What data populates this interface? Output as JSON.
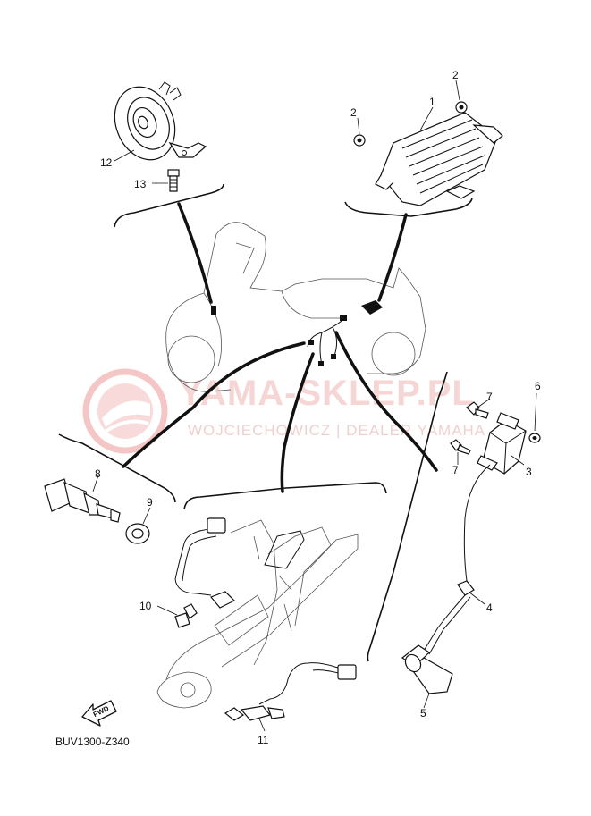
{
  "diagram": {
    "code": "BUV1300-Z340",
    "fwd_label": "FWD",
    "watermark": {
      "title": "YAMA-SKLEP.PL",
      "subtitle": "WOJCIECHOWICZ | DEALER YAMAHA"
    },
    "callouts": {
      "c1": "1",
      "c2a": "2",
      "c2b": "2",
      "c3": "3",
      "c4": "4",
      "c5": "5",
      "c6": "6",
      "c7a": "7",
      "c7b": "7",
      "c8": "8",
      "c9": "9",
      "c10": "10",
      "c11": "11",
      "c12": "12",
      "c13": "13"
    }
  }
}
